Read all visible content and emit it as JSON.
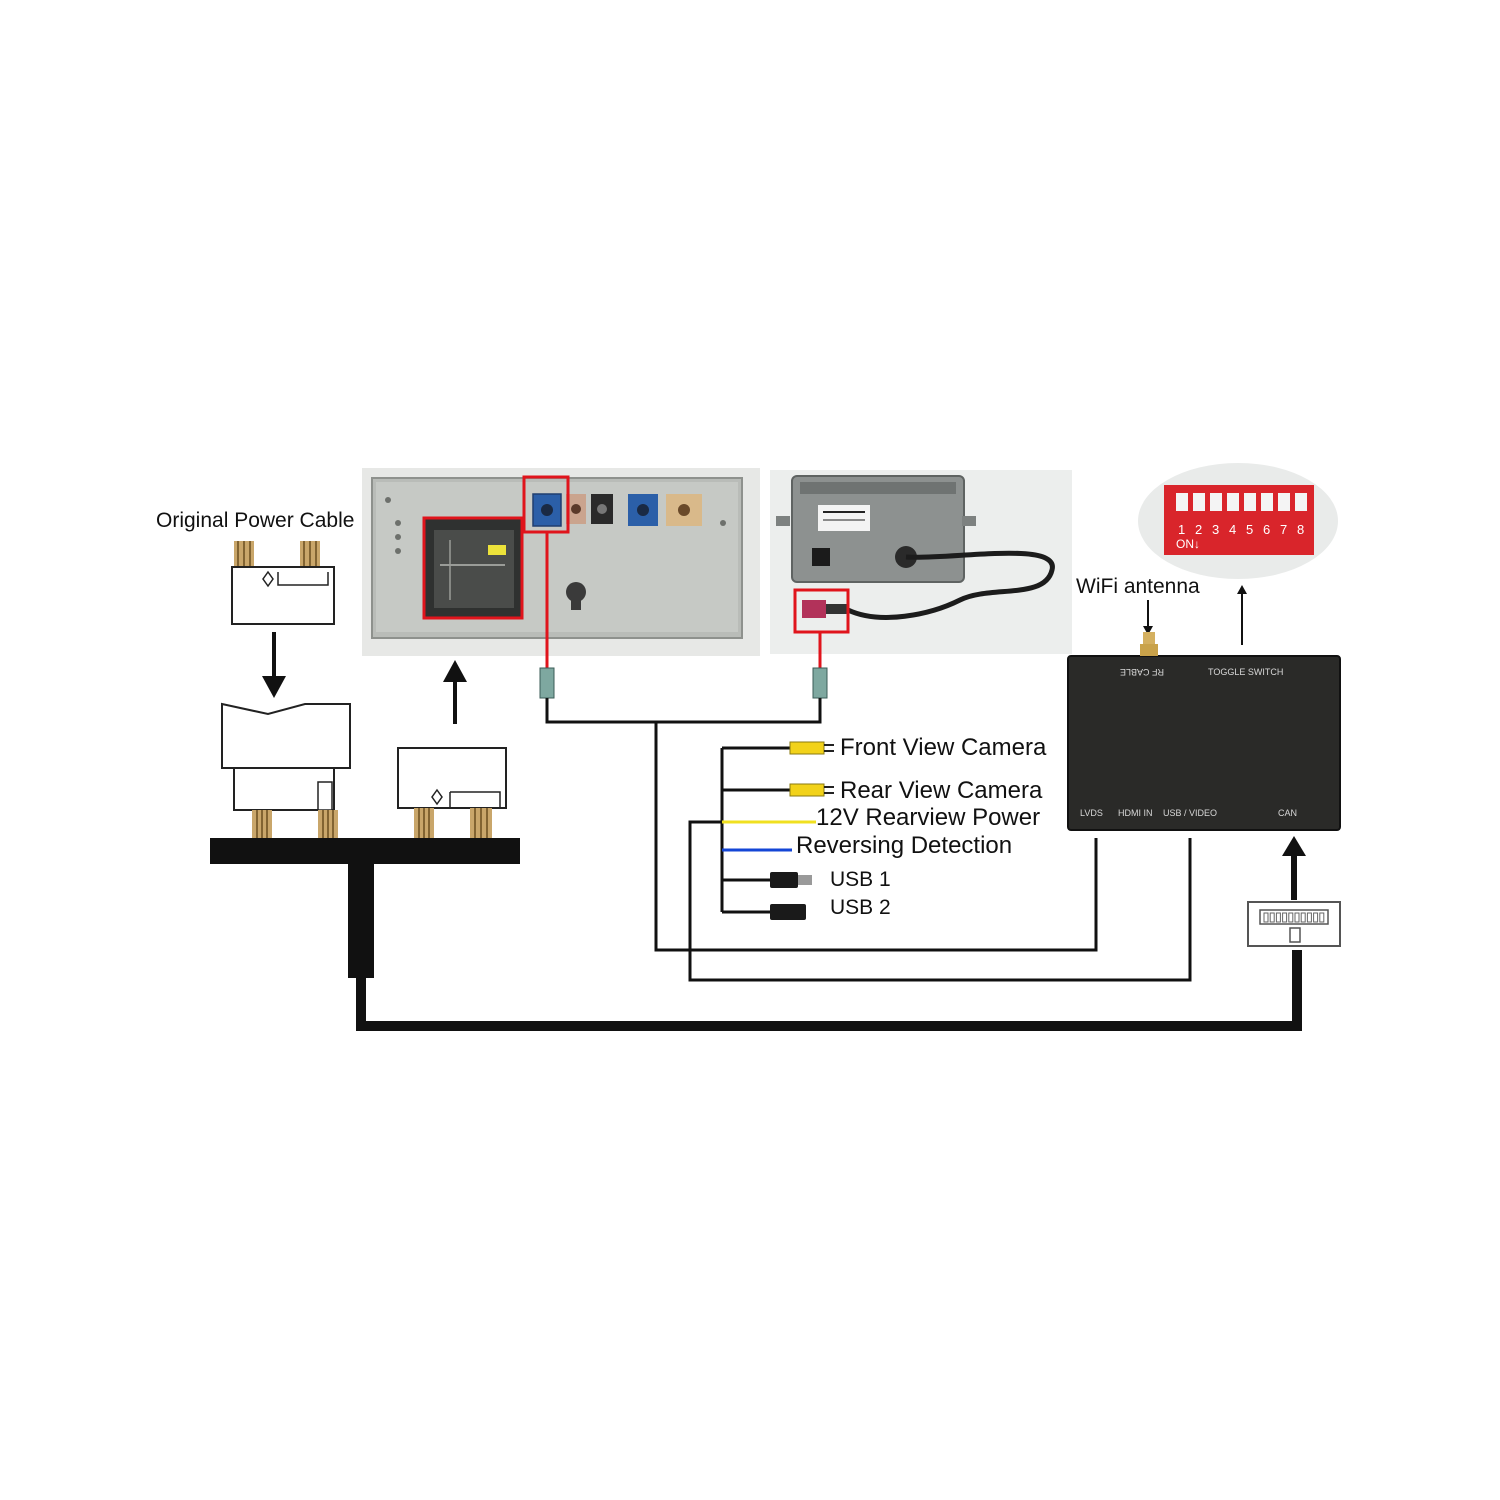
{
  "labels": {
    "original_power_cable": "Original Power Cable",
    "wifi_antenna": "WiFi antenna",
    "front_view_camera": "Front View Camera",
    "rear_view_camera": "Rear View Camera",
    "rearview_power": "12V Rearview Power",
    "reversing_detection": "Reversing Detection",
    "usb1": "USB 1",
    "usb2": "USB 2"
  },
  "interface_box": {
    "rf_cable": "RF CABLE",
    "toggle_switch": "TOGGLE SWITCH",
    "lvds": "LVDS",
    "hdmi_in": "HDMI IN",
    "usb_video": "USB / VIDEO",
    "can": "CAN"
  },
  "dip_switch": {
    "numbers": [
      "1",
      "2",
      "3",
      "4",
      "5",
      "6",
      "7",
      "8"
    ],
    "on_label": "ON↓"
  },
  "colors": {
    "cable": "#111111",
    "highlight": "#e0141c",
    "rca_yellow": "#f2d21a",
    "power_yellow": "#f0e020",
    "detect_blue": "#1446d6",
    "box_body": "#2a2a28",
    "dip_red": "#d9252b"
  }
}
